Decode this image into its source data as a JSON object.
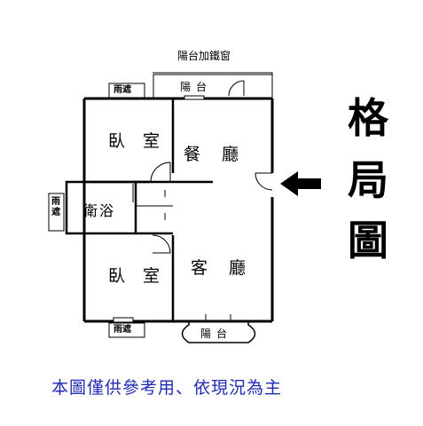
{
  "title": [
    "格",
    "局",
    "圖"
  ],
  "rooms": {
    "bedroom_top": "臥室",
    "dining": "餐廳",
    "bathroom": "衛浴",
    "bedroom_bottom": "臥室",
    "living": "客廳"
  },
  "balconies": {
    "top_note": "陽台加鐵窗",
    "top": "陽台",
    "bottom": "陽台"
  },
  "rain_covers": {
    "top_left": "雨遮",
    "bathroom_side": "雨遮",
    "bottom_left": "雨遮"
  },
  "disclaimer": "本圖僅供參考用、依現況為主",
  "colors": {
    "disclaimer": "#1f2bb5",
    "lines": "#000000"
  }
}
